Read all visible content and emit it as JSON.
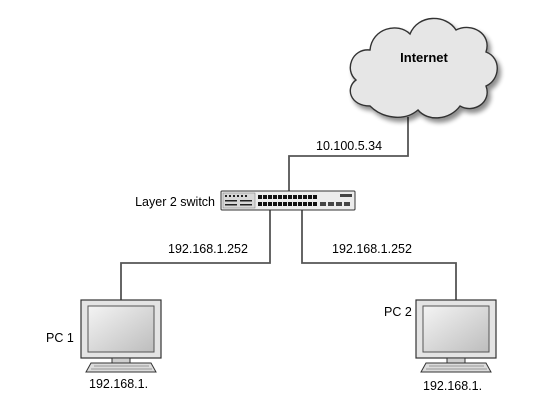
{
  "nodes": {
    "internet": {
      "label": "Internet"
    },
    "switch": {
      "label": "Layer 2 switch"
    },
    "pc1": {
      "label": "PC 1",
      "ip": "192.168.1."
    },
    "pc2": {
      "label": "PC 2",
      "ip": "192.168.1."
    }
  },
  "links": {
    "uplink": {
      "label": "10.100.5.34"
    },
    "to_pc1": {
      "label": "192.168.1.252"
    },
    "to_pc2": {
      "label": "192.168.1.252"
    }
  },
  "colors": {
    "line": "#555555",
    "cloud_fill": "#e6e6e6",
    "cloud_stroke": "#333333"
  }
}
